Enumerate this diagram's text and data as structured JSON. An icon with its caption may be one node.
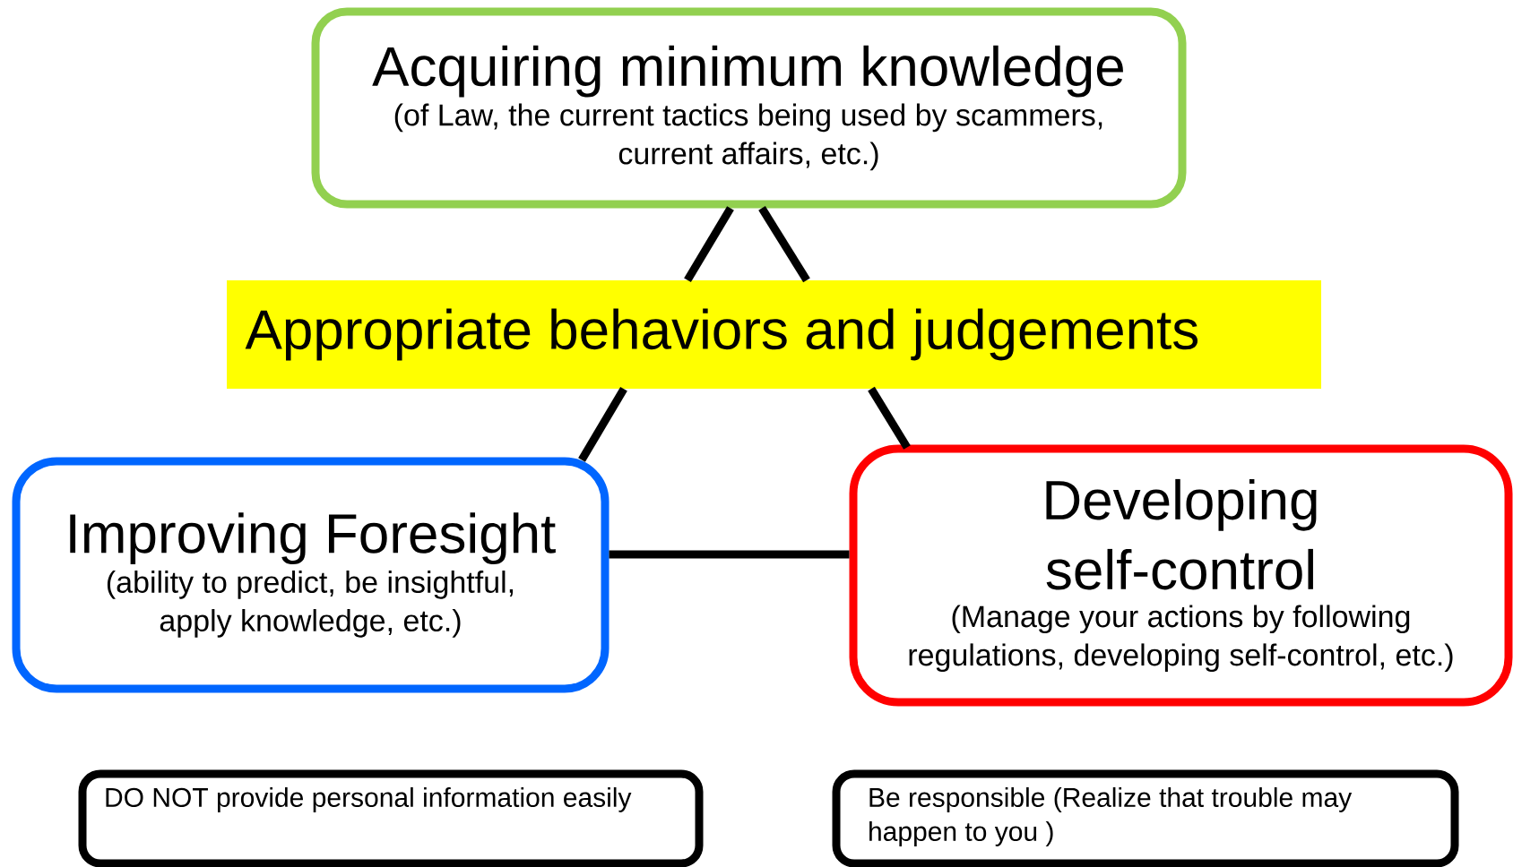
{
  "diagram": {
    "nodes": [
      {
        "text": [
          "Acquiring minimum knowledge",
          "(of Law, the current tactics being used by scammers, current affairs, etc.)"
        ]
      },
      {
        "text": [
          "Appropriate behaviors and judgements"
        ]
      },
      {
        "text": [
          "Improving Foresight",
          "(ability to predict, be insightful, apply knowledge, etc.)"
        ]
      },
      {
        "text": [
          "Developing self-control",
          "(Manage your actions by following regulations, developing self-control, etc.)"
        ]
      },
      {
        "text": [
          "DO NOT provide personal information easily"
        ]
      },
      {
        "text": [
          "Be responsible (Realize that trouble may happen to you )"
        ]
      }
    ],
    "edges": [
      {
        "from": 0,
        "to": 1,
        "arrow": "none"
      },
      {
        "from": 1,
        "to": 2,
        "arrow": "none"
      },
      {
        "from": 0,
        "to": 1,
        "arrow": "none"
      },
      {
        "from": 1,
        "to": 3,
        "arrow": "none"
      },
      {
        "from": 2,
        "to": 3,
        "arrow": "none"
      }
    ]
  }
}
